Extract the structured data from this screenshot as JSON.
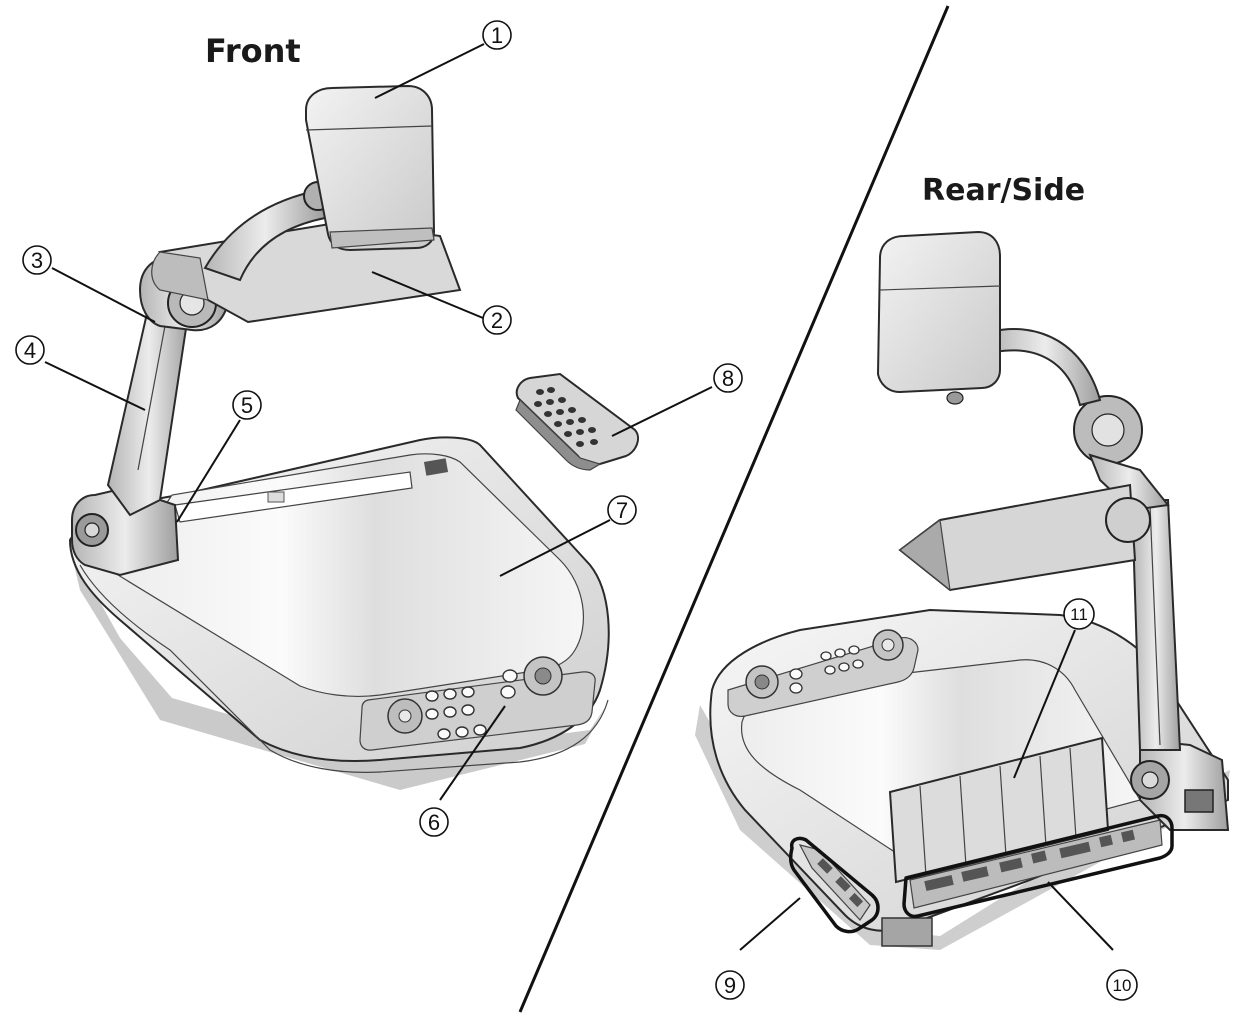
{
  "headings": {
    "front": "Front",
    "rear_side": "Rear/Side"
  },
  "callouts": [
    {
      "id": "1",
      "label": "1"
    },
    {
      "id": "2",
      "label": "2"
    },
    {
      "id": "3",
      "label": "3"
    },
    {
      "id": "4",
      "label": "4"
    },
    {
      "id": "5",
      "label": "5"
    },
    {
      "id": "6",
      "label": "6"
    },
    {
      "id": "7",
      "label": "7"
    },
    {
      "id": "8",
      "label": "8"
    },
    {
      "id": "9",
      "label": "9"
    },
    {
      "id": "10",
      "label": "10"
    },
    {
      "id": "11",
      "label": "11"
    }
  ],
  "colors": {
    "ink": "#1a1a1a",
    "body_fill": "#e9e9e9",
    "glass_fill": "#f4f4f4",
    "shadow_fill": "#bdbdbd"
  }
}
